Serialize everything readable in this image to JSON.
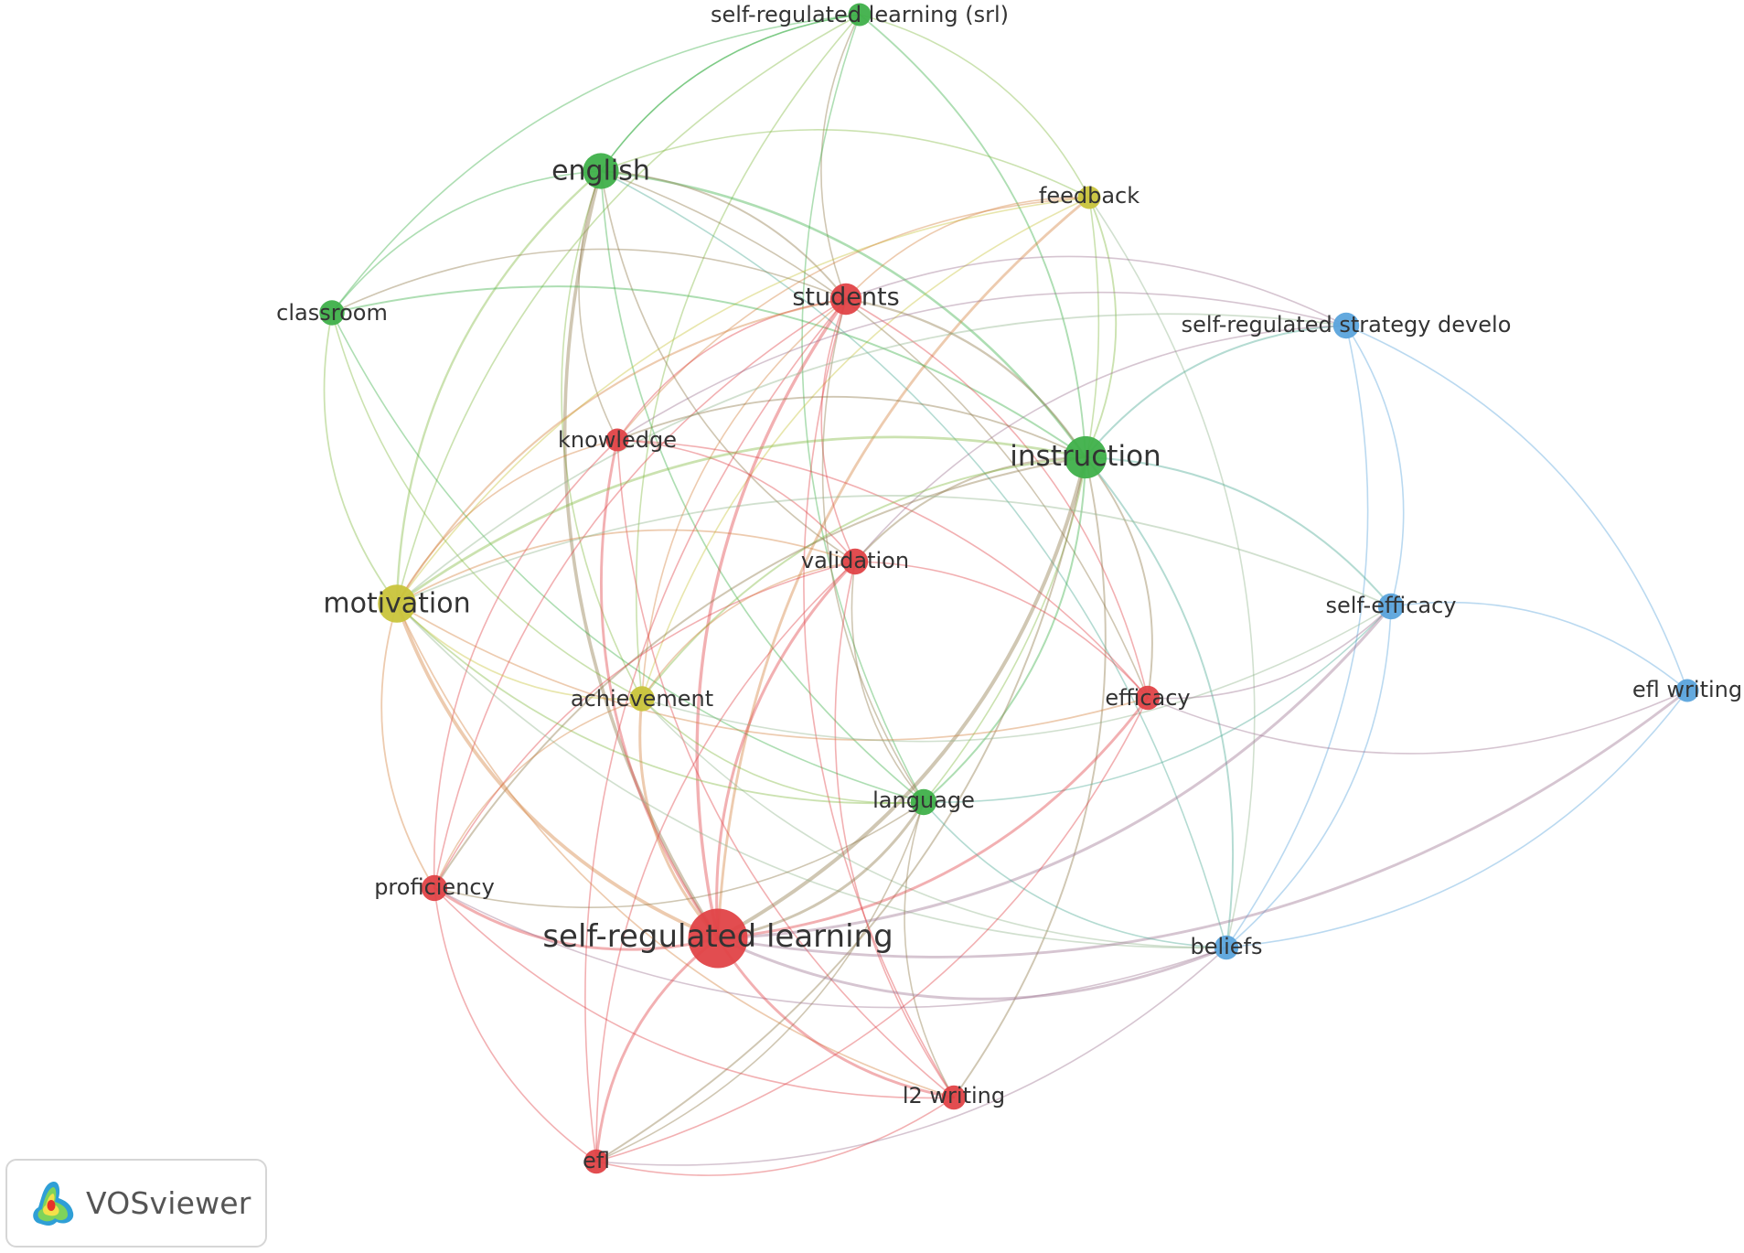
{
  "colors": {
    "red": "#e04347",
    "green": "#3fb04a",
    "yellow": "#c9c43b",
    "blue": "#5ba4dc"
  },
  "logo": {
    "text": "VOSviewer",
    "icon": "vosviewer-logo-icon"
  },
  "nodes": [
    {
      "id": "srl_term",
      "label": "self-regulated learning (srl)",
      "cluster": "green",
      "weight": 1.5
    },
    {
      "id": "english",
      "label": "english",
      "cluster": "green",
      "weight": 4.5
    },
    {
      "id": "feedback",
      "label": "feedback",
      "cluster": "yellow",
      "weight": 1.5
    },
    {
      "id": "classroom",
      "label": "classroom",
      "cluster": "green",
      "weight": 2.0
    },
    {
      "id": "students",
      "label": "students",
      "cluster": "red",
      "weight": 3.5
    },
    {
      "id": "srsd",
      "label": "self-regulated strategy develo",
      "cluster": "blue",
      "weight": 2.2
    },
    {
      "id": "knowledge",
      "label": "knowledge",
      "cluster": "red",
      "weight": 1.5
    },
    {
      "id": "instruction",
      "label": "instruction",
      "cluster": "green",
      "weight": 6.0
    },
    {
      "id": "validation",
      "label": "validation",
      "cluster": "red",
      "weight": 2.2
    },
    {
      "id": "motivation",
      "label": "motivation",
      "cluster": "yellow",
      "weight": 5.0
    },
    {
      "id": "selfeff",
      "label": "self-efficacy",
      "cluster": "blue",
      "weight": 2.2
    },
    {
      "id": "achievement",
      "label": "achievement",
      "cluster": "yellow",
      "weight": 2.0
    },
    {
      "id": "efficacy",
      "label": "efficacy",
      "cluster": "red",
      "weight": 1.8
    },
    {
      "id": "eflwriting",
      "label": "efl writing",
      "cluster": "blue",
      "weight": 1.5
    },
    {
      "id": "language",
      "label": "language",
      "cluster": "green",
      "weight": 2.2
    },
    {
      "id": "proficiency",
      "label": "proficiency",
      "cluster": "red",
      "weight": 2.2
    },
    {
      "id": "srl",
      "label": "self-regulated learning",
      "cluster": "red",
      "weight": 10.0
    },
    {
      "id": "beliefs",
      "label": "beliefs",
      "cluster": "blue",
      "weight": 1.8
    },
    {
      "id": "l2writing",
      "label": "l2 writing",
      "cluster": "red",
      "weight": 1.8
    },
    {
      "id": "efl",
      "label": "efl",
      "cluster": "red",
      "weight": 1.8
    }
  ],
  "edges": [
    [
      "srl_term",
      "english"
    ],
    [
      "srl_term",
      "classroom"
    ],
    [
      "srl_term",
      "feedback"
    ],
    [
      "srl_term",
      "instruction"
    ],
    [
      "srl_term",
      "students"
    ],
    [
      "srl_term",
      "motivation"
    ],
    [
      "srl_term",
      "language"
    ],
    [
      "srl_term",
      "achievement"
    ],
    [
      "english",
      "feedback"
    ],
    [
      "english",
      "classroom"
    ],
    [
      "english",
      "instruction"
    ],
    [
      "english",
      "students"
    ],
    [
      "english",
      "motivation"
    ],
    [
      "english",
      "language"
    ],
    [
      "english",
      "achievement"
    ],
    [
      "english",
      "srl"
    ],
    [
      "english",
      "validation"
    ],
    [
      "english",
      "efficacy"
    ],
    [
      "english",
      "beliefs"
    ],
    [
      "english",
      "knowledge"
    ],
    [
      "english",
      "srl_term"
    ],
    [
      "feedback",
      "motivation"
    ],
    [
      "feedback",
      "instruction"
    ],
    [
      "feedback",
      "students"
    ],
    [
      "feedback",
      "achievement"
    ],
    [
      "feedback",
      "language"
    ],
    [
      "feedback",
      "srl"
    ],
    [
      "feedback",
      "beliefs"
    ],
    [
      "feedback",
      "knowledge"
    ],
    [
      "classroom",
      "instruction"
    ],
    [
      "classroom",
      "motivation"
    ],
    [
      "classroom",
      "achievement"
    ],
    [
      "classroom",
      "students"
    ],
    [
      "classroom",
      "language"
    ],
    [
      "students",
      "knowledge"
    ],
    [
      "students",
      "motivation"
    ],
    [
      "students",
      "instruction"
    ],
    [
      "students",
      "validation"
    ],
    [
      "students",
      "srl"
    ],
    [
      "students",
      "proficiency"
    ],
    [
      "students",
      "efficacy"
    ],
    [
      "students",
      "language"
    ],
    [
      "students",
      "achievement"
    ],
    [
      "students",
      "l2writing"
    ],
    [
      "students",
      "srsd"
    ],
    [
      "students",
      "efl"
    ],
    [
      "srsd",
      "instruction"
    ],
    [
      "srsd",
      "selfeff"
    ],
    [
      "srsd",
      "eflwriting"
    ],
    [
      "srsd",
      "beliefs"
    ],
    [
      "srsd",
      "knowledge"
    ],
    [
      "srsd",
      "motivation"
    ],
    [
      "srsd",
      "validation"
    ],
    [
      "knowledge",
      "instruction"
    ],
    [
      "knowledge",
      "motivation"
    ],
    [
      "knowledge",
      "srl"
    ],
    [
      "knowledge",
      "proficiency"
    ],
    [
      "knowledge",
      "l2writing"
    ],
    [
      "knowledge",
      "efficacy"
    ],
    [
      "knowledge",
      "validation"
    ],
    [
      "instruction",
      "motivation"
    ],
    [
      "instruction",
      "validation"
    ],
    [
      "instruction",
      "srl"
    ],
    [
      "instruction",
      "language"
    ],
    [
      "instruction",
      "achievement"
    ],
    [
      "instruction",
      "selfeff"
    ],
    [
      "instruction",
      "efficacy"
    ],
    [
      "instruction",
      "proficiency"
    ],
    [
      "instruction",
      "beliefs"
    ],
    [
      "instruction",
      "efl"
    ],
    [
      "instruction",
      "l2writing"
    ],
    [
      "validation",
      "srl"
    ],
    [
      "validation",
      "proficiency"
    ],
    [
      "validation",
      "efficacy"
    ],
    [
      "validation",
      "l2writing"
    ],
    [
      "validation",
      "motivation"
    ],
    [
      "validation",
      "efl"
    ],
    [
      "validation",
      "achievement"
    ],
    [
      "validation",
      "language"
    ],
    [
      "motivation",
      "achievement"
    ],
    [
      "motivation",
      "srl"
    ],
    [
      "motivation",
      "selfeff"
    ],
    [
      "motivation",
      "language"
    ],
    [
      "motivation",
      "proficiency"
    ],
    [
      "motivation",
      "efficacy"
    ],
    [
      "motivation",
      "beliefs"
    ],
    [
      "motivation",
      "l2writing"
    ],
    [
      "selfeff",
      "eflwriting"
    ],
    [
      "selfeff",
      "beliefs"
    ],
    [
      "selfeff",
      "achievement"
    ],
    [
      "selfeff",
      "language"
    ],
    [
      "selfeff",
      "srl"
    ],
    [
      "selfeff",
      "efficacy"
    ],
    [
      "achievement",
      "srl"
    ],
    [
      "achievement",
      "language"
    ],
    [
      "achievement",
      "beliefs"
    ],
    [
      "achievement",
      "proficiency"
    ],
    [
      "efficacy",
      "eflwriting"
    ],
    [
      "efficacy",
      "srl"
    ],
    [
      "efficacy",
      "efl"
    ],
    [
      "eflwriting",
      "beliefs"
    ],
    [
      "eflwriting",
      "srl"
    ],
    [
      "language",
      "srl"
    ],
    [
      "language",
      "proficiency"
    ],
    [
      "language",
      "beliefs"
    ],
    [
      "language",
      "l2writing"
    ],
    [
      "language",
      "efl"
    ],
    [
      "proficiency",
      "srl"
    ],
    [
      "proficiency",
      "efl"
    ],
    [
      "proficiency",
      "l2writing"
    ],
    [
      "proficiency",
      "beliefs"
    ],
    [
      "srl",
      "l2writing"
    ],
    [
      "srl",
      "efl"
    ],
    [
      "srl",
      "beliefs"
    ],
    [
      "beliefs",
      "efl"
    ],
    [
      "l2writing",
      "efl"
    ]
  ]
}
